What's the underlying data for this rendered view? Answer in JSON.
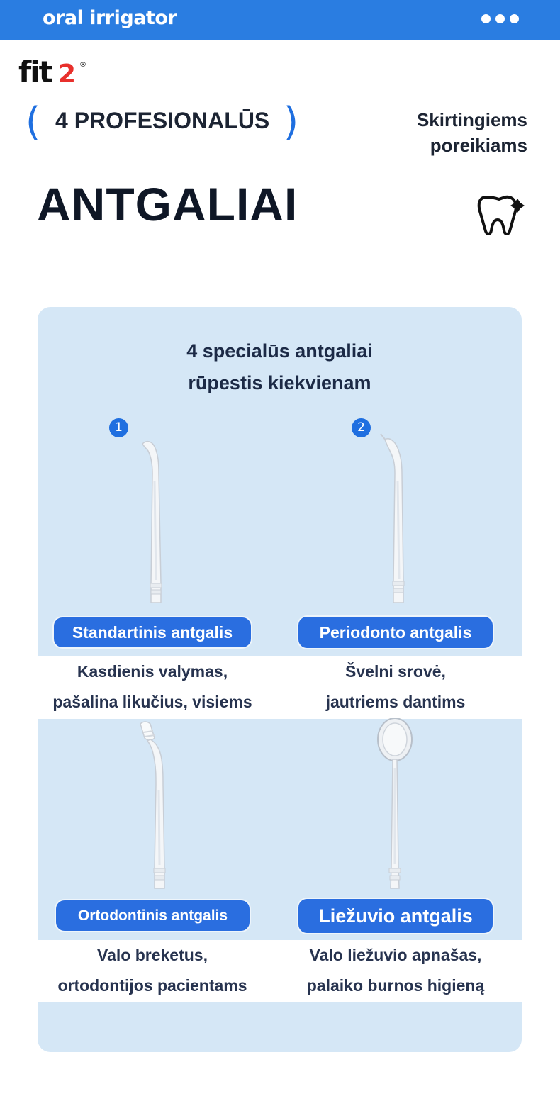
{
  "header": {
    "title": "oral irrigator",
    "menu_icon": "more-dots-icon"
  },
  "brand": {
    "logo_text": "fit",
    "logo_digit": "2",
    "registered": "®"
  },
  "hero": {
    "paren_open": "(",
    "paren_close": ")",
    "label": "4 PROFESIONALŪS",
    "note_line1": "Skirtingiems",
    "note_line2": "poreikiams",
    "title": "ANTGALIAI",
    "icon": "tooth-sparkle-icon"
  },
  "card": {
    "heading_line1": "4 specialūs antgaliai",
    "heading_line2": "rūpestis kiekvienam",
    "items": [
      {
        "badge": "1",
        "label": "Standartinis antgalis",
        "desc_line1": "Kasdienis valymas,",
        "desc_line2": "pašalina likučius, visiems"
      },
      {
        "badge": "2",
        "label": "Periodonto antgalis",
        "desc_line1": "Švelni srovė,",
        "desc_line2": "jautriems dantims"
      },
      {
        "label": "Ortodontinis antgalis",
        "desc_line1": "Valo breketus,",
        "desc_line2": "ortodontijos pacientams"
      },
      {
        "label": "Liežuvio antgalis",
        "desc_line1": "Valo liežuvio apnašas,",
        "desc_line2": "palaiko burnos higieną"
      }
    ]
  },
  "colors": {
    "accent": "#2a7de1",
    "pill": "#2a6ee0",
    "card_bg": "#d5e7f6",
    "text_dark": "#1c2433"
  }
}
